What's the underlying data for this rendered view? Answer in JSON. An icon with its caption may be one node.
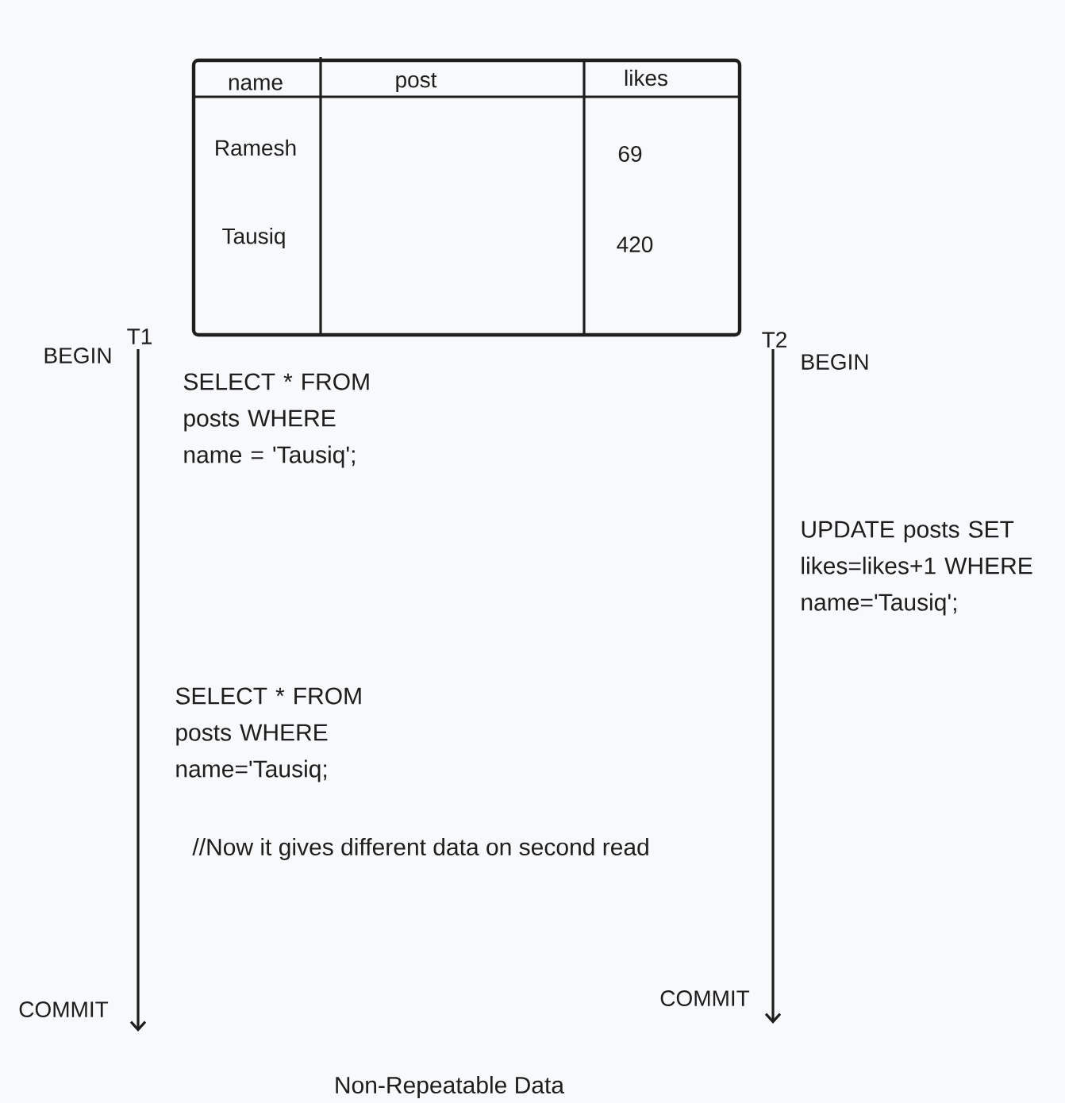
{
  "diagram": {
    "caption": "Non-Repeatable Data",
    "labels": [
      "name",
      "post",
      "likes",
      "Ramesh",
      "69",
      "Tausiq",
      "420",
      "T1",
      "BEGIN",
      "T2",
      "BEGIN",
      "SELECT * FROM posts WHERE name = 'Tausiq';",
      "UPDATE posts SET likes=likes+1 WHERE name='Tausiq';",
      "SELECT * FROM posts WHERE name='Tausiq;",
      "//Now it gives different data on second read",
      "COMMIT",
      "COMMIT"
    ]
  }
}
